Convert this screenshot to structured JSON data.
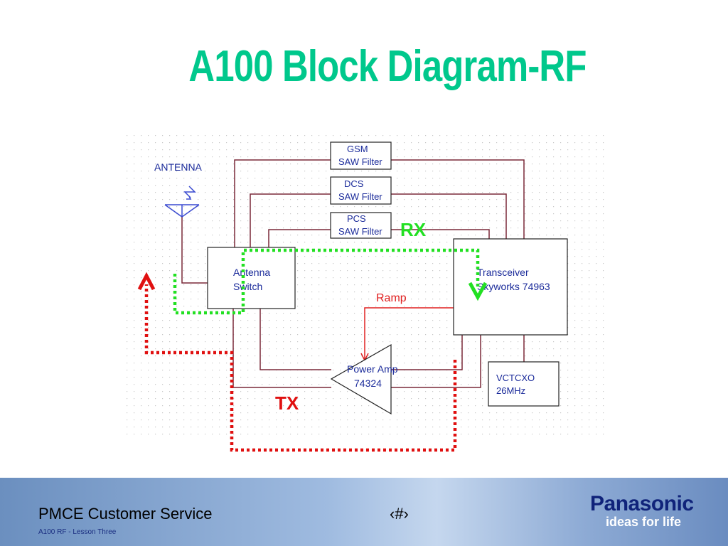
{
  "slide": {
    "title": "A100 Block Diagram-RF"
  },
  "diagram": {
    "antenna_label": "ANTENNA",
    "blocks": {
      "gsm_filter": [
        "GSM",
        "SAW Filter"
      ],
      "dcs_filter": [
        "DCS",
        "SAW Filter"
      ],
      "pcs_filter": [
        "PCS",
        "SAW Filter"
      ],
      "antenna_switch": [
        "Antenna",
        "Switch"
      ],
      "transceiver": [
        "Transceiver",
        "Skyworks 74963"
      ],
      "power_amp": [
        "Power Amp",
        "74324"
      ],
      "vctcxo": [
        "VCTCXO",
        "26MHz"
      ]
    },
    "ramp_label": "Ramp",
    "rx_label": "RX",
    "tx_label": "TX",
    "colors": {
      "wire": "#7a2838",
      "block_border": "#222222",
      "rx_path": "#22e022",
      "tx_path": "#e01010",
      "ramp": "#e02020",
      "title": "#00c88c"
    }
  },
  "footer": {
    "left_text": "PMCE  Customer Service",
    "sub_text": "A100 RF  - Lesson Three",
    "page_marker": "‹#›",
    "brand_name": "Panasonic",
    "brand_tagline": "ideas for life"
  }
}
